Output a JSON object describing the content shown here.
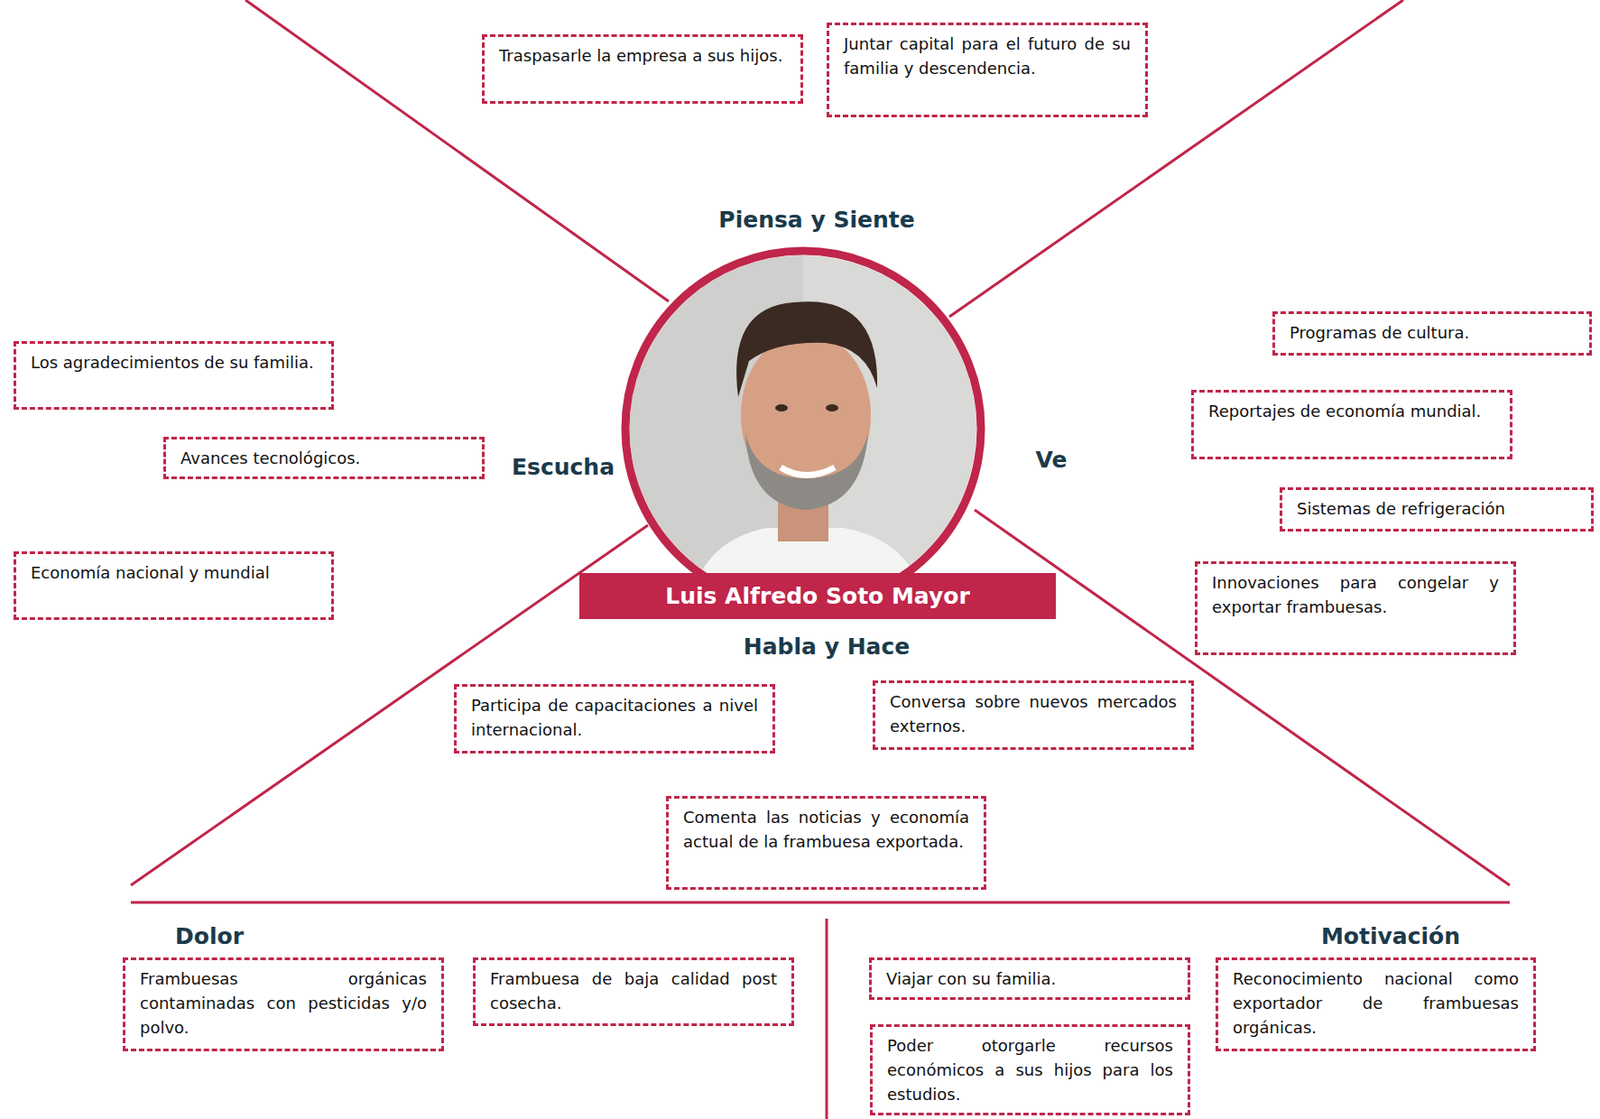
{
  "diagram": {
    "nodes": [
      {
        "text": [
          "Traspasarle la empresa a sus hijos."
        ]
      },
      {
        "text": [
          "Juntar capital para el futuro de su familia y descendencia."
        ]
      },
      {
        "text": [
          "Los agradecimientos de su familia."
        ]
      },
      {
        "text": [
          "Avances tecnológicos."
        ]
      },
      {
        "text": [
          "Economía nacional y mundial"
        ]
      },
      {
        "text": [
          "Programas de cultura."
        ]
      },
      {
        "text": [
          "Reportajes de economía mundial."
        ]
      },
      {
        "text": [
          "Sistemas de refrigeración"
        ]
      },
      {
        "text": [
          "Innovaciones para congelar y exportar frambuesas."
        ]
      },
      {
        "text": [
          "Luis Alfredo Soto Mayor"
        ]
      },
      {
        "text": [
          "Participa de capacitaciones a nivel internacional."
        ]
      },
      {
        "text": [
          "Conversa sobre nuevos mercados externos."
        ]
      },
      {
        "text": [
          "Comenta las noticias y economía actual de la frambuesa exportada."
        ]
      },
      {
        "text": [
          "Frambuesas orgánicas contaminadas con pesticidas y/o polvo."
        ]
      },
      {
        "text": [
          "Frambuesa de baja calidad post cosecha."
        ]
      },
      {
        "text": [
          "Viajar con su familia."
        ]
      },
      {
        "text": [
          "Poder otorgarle recursos económicos a sus hijos para los estudios."
        ]
      },
      {
        "text": [
          "Reconocimiento nacional como exportador de frambuesas orgánicas."
        ]
      }
    ],
    "labels": [
      "Piensa y Siente",
      "Escucha",
      "Ve",
      "Habla y Hace",
      "Dolor",
      "Motivación"
    ]
  }
}
